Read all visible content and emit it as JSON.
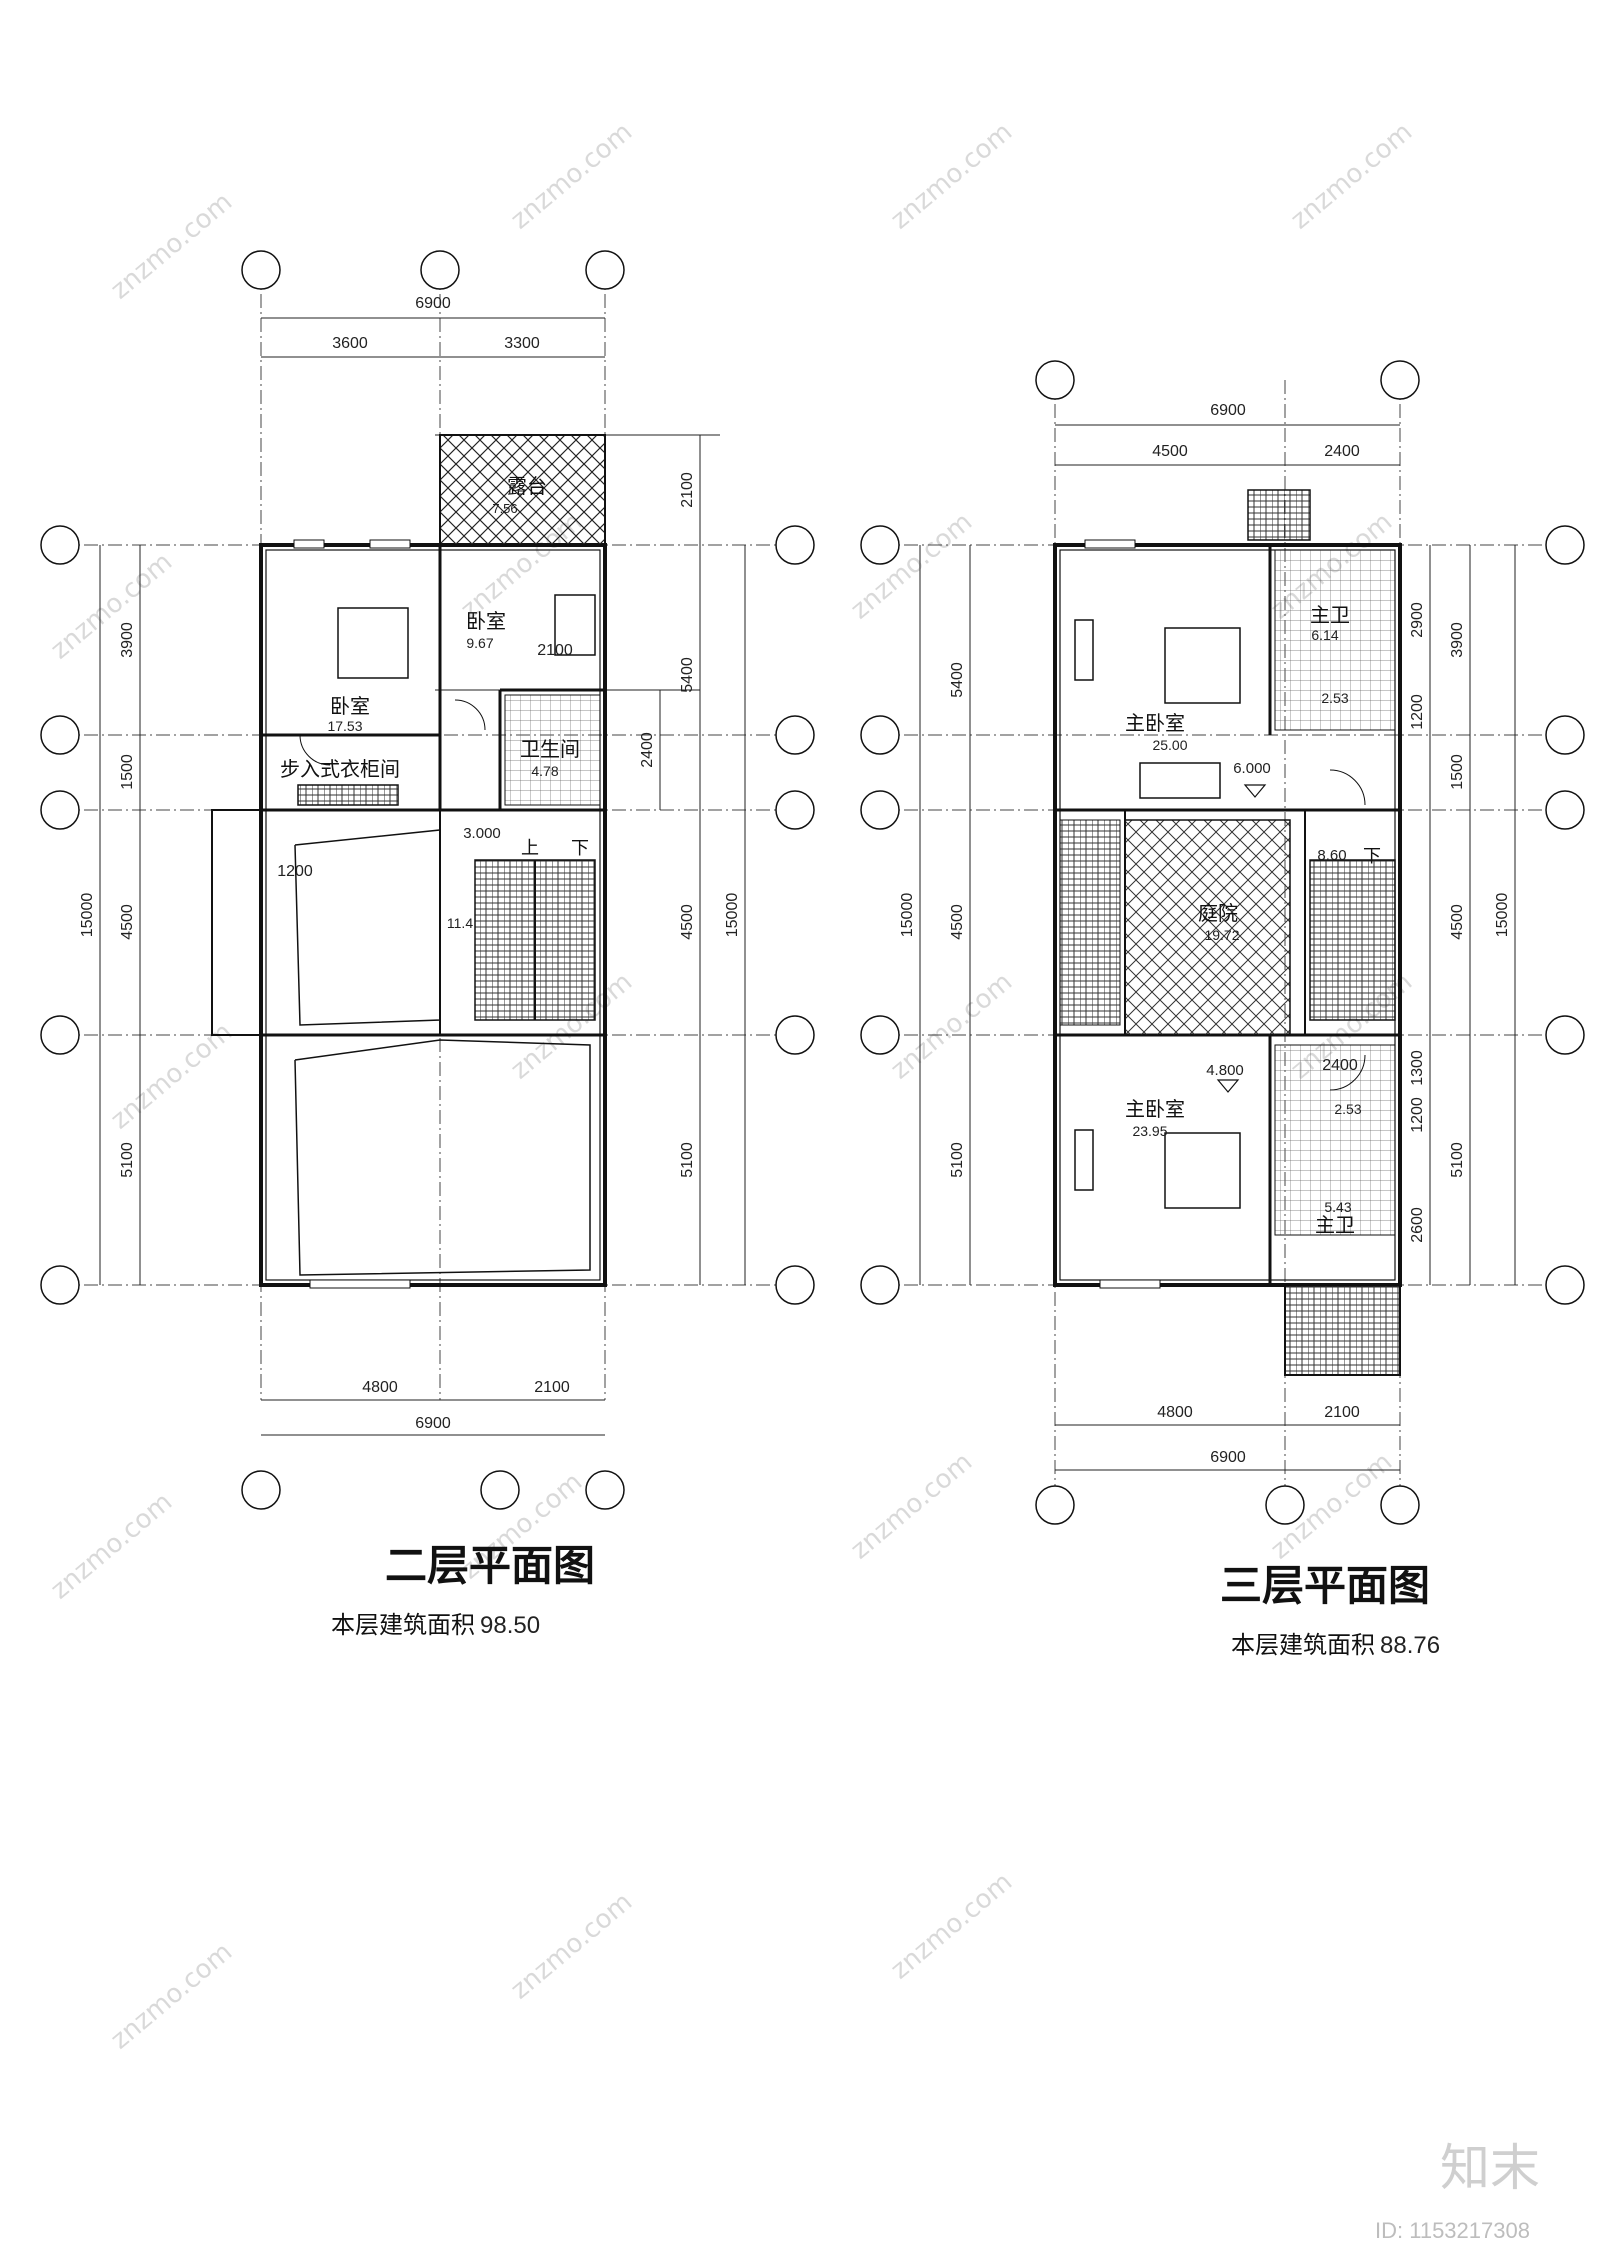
{
  "floor2": {
    "title": "二层平面图",
    "area_label": "本层建筑面积",
    "area_value": "98.50",
    "dims": {
      "top_total": "6900",
      "top_a": "3600",
      "top_b": "3300",
      "bottom_a": "4800",
      "bottom_b": "2100",
      "bottom_total": "6900",
      "left_a": "3900",
      "left_b": "1500",
      "left_c": "4500",
      "left_d": "5100",
      "left_total": "15000",
      "right_a": "2100",
      "right_b": "5400",
      "right_c": "2400",
      "right_d": "4500",
      "right_e": "5100",
      "right_total": "15000",
      "mid_a": "2100",
      "mid_b": "1200"
    },
    "rooms": {
      "terrace": "露台",
      "terrace_area": "7.56",
      "bed1": "卧室",
      "bed1_area": "17.53",
      "bed2": "卧室",
      "bed2_area": "9.67",
      "bath": "卫生间",
      "bath_area": "4.78",
      "closet": "步入式衣柜间",
      "stair_level": "3.000",
      "stair_up": "上",
      "stair_down": "下",
      "stair_area": "11.4"
    }
  },
  "floor3": {
    "title": "三层平面图",
    "area_label": "本层建筑面积",
    "area_value": "88.76",
    "dims": {
      "top_total": "6900",
      "top_a": "4500",
      "top_b": "2400",
      "bottom_a": "4800",
      "bottom_b": "2100",
      "bottom_total": "6900",
      "left_a": "5400",
      "left_b": "4500",
      "left_c": "5100",
      "left_total": "15000",
      "right_a": "2900",
      "right_b": "1200",
      "right_c": "3900",
      "right_d": "1500",
      "right_e": "4500",
      "right_f": "1300",
      "right_g": "1200",
      "right_h": "2600",
      "right_i": "5100",
      "right_total": "15000",
      "mid_a": "2400"
    },
    "rooms": {
      "master1": "主卧室",
      "master1_area": "25.00",
      "bath1": "主卫",
      "bath1_area": "6.14",
      "closet1_area": "2.53",
      "level1": "6.000",
      "stair_area": "8.60",
      "stair_down": "下",
      "courtyard": "庭院",
      "courtyard_area": "19.72",
      "level2": "4.800",
      "master2": "主卧室",
      "master2_area": "23.95",
      "closet2_area": "2.53",
      "bath2": "主卫",
      "bath2_area": "5.43"
    }
  },
  "watermark": {
    "logo": "知末",
    "id_text": "ID: 1153217308",
    "site": "znzmo.com"
  }
}
